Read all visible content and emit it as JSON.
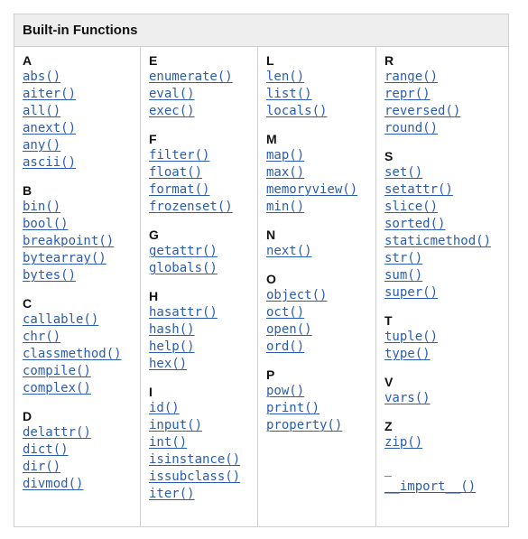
{
  "table": {
    "title": "Built-in Functions",
    "columns": [
      {
        "groups": [
          {
            "letter": "A",
            "items": [
              "abs()",
              "aiter()",
              "all()",
              "anext()",
              "any()",
              "ascii()"
            ]
          },
          {
            "letter": "B",
            "items": [
              "bin()",
              "bool()",
              "breakpoint()",
              "bytearray()",
              "bytes()"
            ]
          },
          {
            "letter": "C",
            "items": [
              "callable()",
              "chr()",
              "classmethod()",
              "compile()",
              "complex()"
            ]
          },
          {
            "letter": "D",
            "items": [
              "delattr()",
              "dict()",
              "dir()",
              "divmod()"
            ]
          }
        ]
      },
      {
        "groups": [
          {
            "letter": "E",
            "items": [
              "enumerate()",
              "eval()",
              "exec()"
            ]
          },
          {
            "letter": "F",
            "items": [
              "filter()",
              "float()",
              "format()",
              "frozenset()"
            ]
          },
          {
            "letter": "G",
            "items": [
              "getattr()",
              "globals()"
            ]
          },
          {
            "letter": "H",
            "items": [
              "hasattr()",
              "hash()",
              "help()",
              "hex()"
            ]
          },
          {
            "letter": "I",
            "items": [
              "id()",
              "input()",
              "int()",
              "isinstance()",
              "issubclass()",
              "iter()"
            ]
          }
        ]
      },
      {
        "groups": [
          {
            "letter": "L",
            "items": [
              "len()",
              "list()",
              "locals()"
            ]
          },
          {
            "letter": "M",
            "items": [
              "map()",
              "max()",
              "memoryview()",
              "min()"
            ]
          },
          {
            "letter": "N",
            "items": [
              "next()"
            ]
          },
          {
            "letter": "O",
            "items": [
              "object()",
              "oct()",
              "open()",
              "ord()"
            ]
          },
          {
            "letter": "P",
            "items": [
              "pow()",
              "print()",
              "property()"
            ]
          }
        ]
      },
      {
        "groups": [
          {
            "letter": "R",
            "items": [
              "range()",
              "repr()",
              "reversed()",
              "round()"
            ]
          },
          {
            "letter": "S",
            "items": [
              "set()",
              "setattr()",
              "slice()",
              "sorted()",
              "staticmethod()",
              "str()",
              "sum()",
              "super()"
            ]
          },
          {
            "letter": "T",
            "items": [
              "tuple()",
              "type()"
            ]
          },
          {
            "letter": "V",
            "items": [
              "vars()"
            ]
          },
          {
            "letter": "Z",
            "items": [
              "zip()"
            ]
          },
          {
            "letter": "_",
            "items": [
              "__import__()"
            ]
          }
        ]
      }
    ]
  }
}
